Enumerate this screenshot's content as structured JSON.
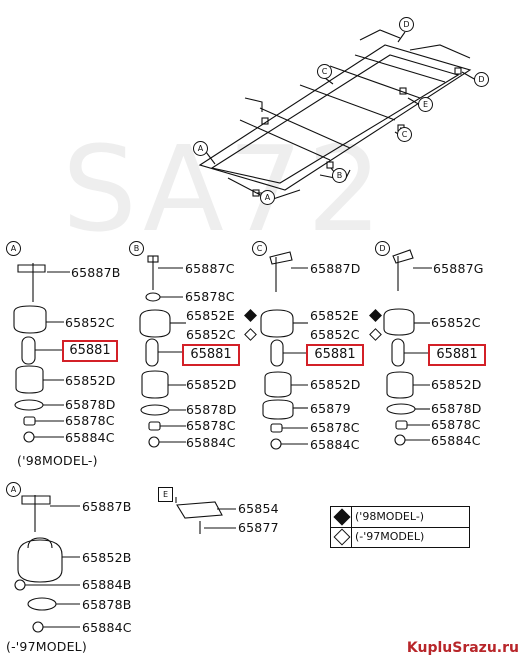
{
  "watermark": "SA72",
  "site_mark": "KupluSrazu.ru",
  "frame_callouts": [
    "D",
    "C",
    "D",
    "E",
    "C",
    "A",
    "B",
    "A"
  ],
  "columns": [
    {
      "callout": "A",
      "labels": [
        "65887B",
        "65852C",
        "65881",
        "65852D",
        "65878D",
        "65878C",
        "65884C"
      ],
      "note": "('98MODEL-)"
    },
    {
      "callout": "B",
      "labels": [
        "65887C",
        "65878C",
        "65852E",
        "65852C",
        "65881",
        "65852D",
        "65878D",
        "65878C",
        "65884C"
      ]
    },
    {
      "callout": "C",
      "labels": [
        "65887D",
        "65852E",
        "65852C",
        "65881",
        "65852D",
        "65879",
        "65878C",
        "65884C"
      ]
    },
    {
      "callout": "D",
      "labels": [
        "65887G",
        "65852C",
        "65881",
        "65852D",
        "65878D",
        "65878C",
        "65884C"
      ]
    }
  ],
  "lower_a": {
    "callout": "A",
    "labels": [
      "65887B",
      "65852B",
      "65884B",
      "65878B",
      "65884C"
    ],
    "note": "(-'97MODEL)"
  },
  "lower_e": {
    "callout": "E",
    "labels": [
      "65854",
      "65877"
    ]
  },
  "legend": {
    "row1": "('98MODEL-)",
    "row2": "(-'97MODEL)"
  },
  "colors": {
    "highlight": "#d32027",
    "line": "#111111"
  }
}
